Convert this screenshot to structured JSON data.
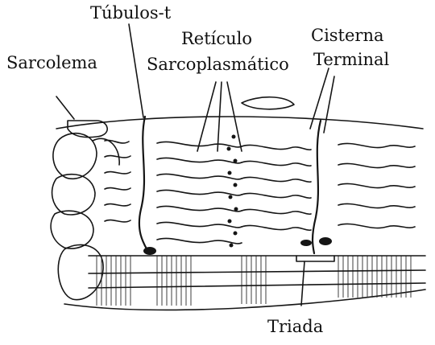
{
  "labels": {
    "tubulos_t": "Túbulos-t",
    "reticulo_line1": "Retículo",
    "reticulo_line2": "Sarcoplasmático",
    "cisterna_line1": "Cisterna",
    "cisterna_line2": "Terminal",
    "sarcolema": "Sarcolema",
    "triada": "Triada"
  },
  "colors": {
    "ink": "#151515",
    "paper": "#ffffff"
  }
}
